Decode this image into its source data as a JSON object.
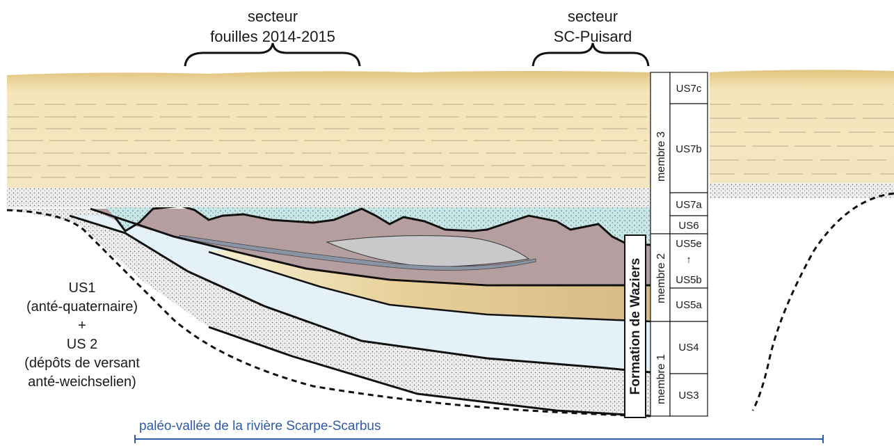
{
  "sectors": {
    "fouilles": {
      "line1": "secteur",
      "line2": "fouilles 2014-2015"
    },
    "puisard": {
      "line1": "secteur",
      "line2": "SC-Puisard"
    }
  },
  "us1_label": {
    "line1": "US1",
    "line2": "(anté-quaternaire)",
    "line3": "+",
    "line4": "US 2",
    "line5": "(dépôts de versant",
    "line6": "anté-weichselien)"
  },
  "formation": "Formation de Waziers",
  "members": [
    "membre 3",
    "membre 2",
    "membre 1"
  ],
  "units": {
    "us7c": "US7c",
    "us7b": "US7b",
    "us7a": "US7a",
    "us6": "US6",
    "us5e": "US5e",
    "arrow": "↑",
    "us5b": "US5b",
    "us5a": "US5a",
    "us4": "US4",
    "us3": "US3"
  },
  "valley_label": "paléo-vallée de la rivière Scarpe-Scarbus",
  "colors": {
    "loess": "#f1e3b4",
    "loess_top": "#e7cc8c",
    "dotted_sand": "#e8e8e8",
    "us6_blue": "#c9e6e6",
    "us5_mauve": "#b59ea0",
    "us5_grey": "#b9bfc8",
    "us5a_tan": "#d9bf8e",
    "us4_blue": "#e4f1f8",
    "valley_blue": "#2f5aa8"
  }
}
